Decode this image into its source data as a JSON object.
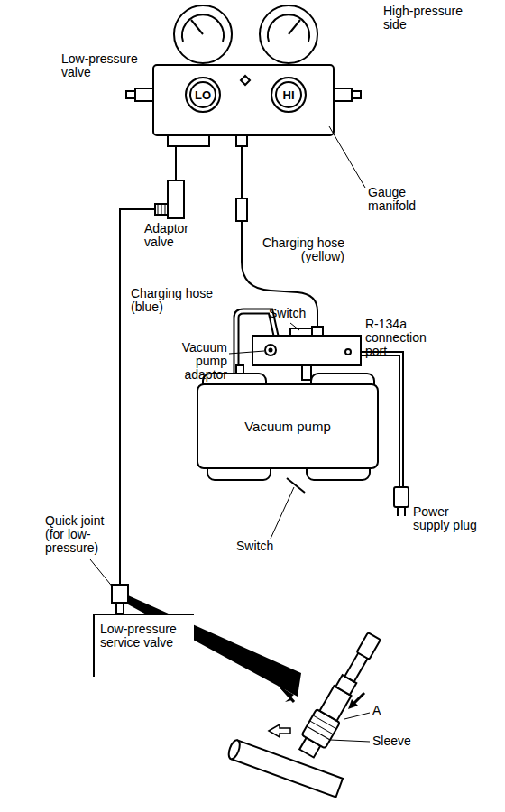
{
  "diagram": {
    "nodes": [
      {
        "text": [
          "LO"
        ]
      },
      {
        "text": [
          "HI"
        ]
      },
      {
        "text": [
          "Vacuum pump"
        ]
      },
      {
        "text": [
          "Low-pressure service valve"
        ]
      }
    ],
    "edges": [
      {
        "from": 0,
        "to": 3,
        "arrow": "none"
      }
    ],
    "labels": [
      "Low-pressure valve",
      "High-pressure side",
      "Gauge manifold",
      "Adaptor valve",
      "Charging hose (yellow)",
      "Charging hose (blue)",
      "Switch",
      "R-134a connection port",
      "Vacuum pump adaptor",
      "Power supply plug",
      "Switch",
      "Quick joint (for low-pressure)",
      "A",
      "Sleeve"
    ]
  }
}
